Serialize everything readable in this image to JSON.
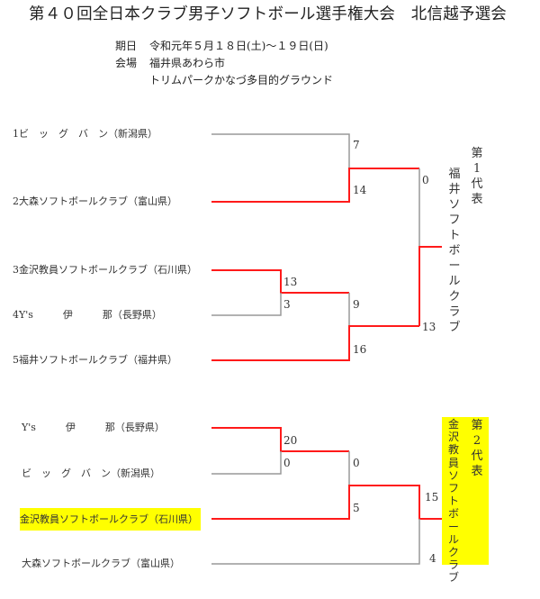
{
  "title": "第４０回全日本クラブ男子ソフトボール選手権大会　北信越予選会",
  "info": {
    "date_label": "期日",
    "date_value": "令和元年５月１８日(土)～１９日(日)",
    "venue_label": "会場",
    "venue_value1": "福井県あわら市",
    "venue_value2": "トリムパークかなづ多目的グラウンド"
  },
  "bracket1": {
    "teams": [
      {
        "label": "1ビ　ッ　グ　バ　ン（新潟県）"
      },
      {
        "label": "2大森ソフトボールクラブ（富山県）"
      },
      {
        "label": "3金沢教員ソフトボールクラブ（石川県）"
      },
      {
        "label": "4Y's　　　伊　　　那（長野県）"
      },
      {
        "label": "5福井ソフトボールクラブ（福井県）"
      }
    ],
    "scores": {
      "m1_top": "7",
      "m1_bottom": "14",
      "m2_top": "13",
      "m2_bottom": "3",
      "m3_top": "9",
      "m3_bottom": "16",
      "final_top": "0",
      "final_bottom": "13"
    },
    "winner": "福井ソフトボールクラブ",
    "rank": "第1代表"
  },
  "bracket2": {
    "teams": [
      {
        "label": "Y's　　　伊　　　那（長野県）"
      },
      {
        "label": "ビ　ッ　グ　バ　ン（新潟県）"
      },
      {
        "label": "金沢教員ソフトボールクラブ（石川県）"
      },
      {
        "label": "大森ソフトボールクラブ（富山県）"
      }
    ],
    "scores": {
      "m1_top": "20",
      "m1_bottom": "0",
      "m2_top": "0",
      "m2_bottom": "5",
      "final_top": "15",
      "final_bottom": "4"
    },
    "winner": "金沢教員ソフトボールクラブ",
    "rank": "第2代表"
  },
  "colors": {
    "win_line": "#ff1a1a",
    "lose_line": "#999999",
    "highlight": "#ffff00"
  }
}
